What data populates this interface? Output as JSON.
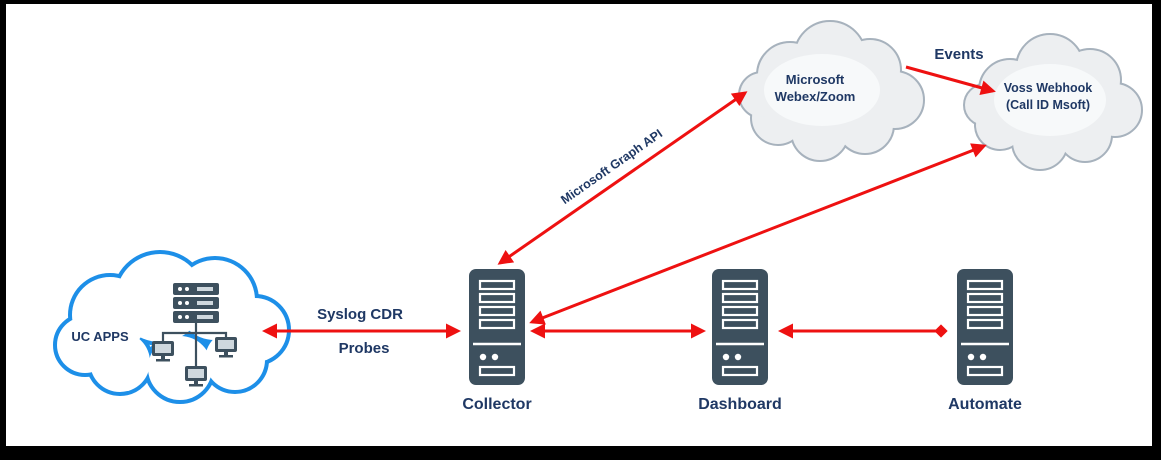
{
  "diagram": {
    "uc_apps": {
      "label": "UC APPS"
    },
    "microsoft_cloud": {
      "line1": "Microsoft",
      "line2": "Webex/Zoom"
    },
    "voss_cloud": {
      "line1": "Voss Webhook",
      "line2": "(Call ID Msoft)"
    },
    "servers": {
      "collector": {
        "label": "Collector"
      },
      "dashboard": {
        "label": "Dashboard"
      },
      "automate": {
        "label": "Automate"
      }
    },
    "labels": {
      "syslog_line1": "Syslog CDR",
      "syslog_line2": "Probes",
      "graph_api": "Microsoft Graph API",
      "events": "Events"
    },
    "colors": {
      "arrow_red": "#ee1111",
      "text_navy": "#1f3864",
      "cloud_blue_stroke": "#1d8fe8",
      "cloud_gray_fill": "#edeff1",
      "cloud_gray_stroke": "#a7b2bd",
      "server_slate": "#3d505e"
    }
  }
}
